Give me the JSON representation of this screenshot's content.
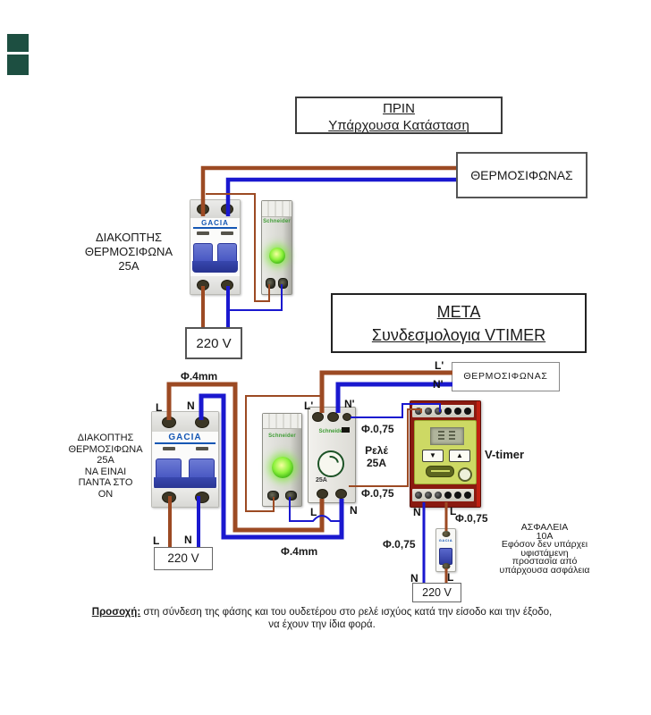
{
  "diagram": {
    "prin": {
      "title": "ΠΡΙΝ",
      "subtitle": "Υπάρχουσα Κατάσταση"
    },
    "meta": {
      "title": "ΜΕΤΑ",
      "subtitle": "Συνδεσμολογια VTIMER"
    },
    "water_heater": "ΘΕΡΜΟΣΙΦΩΝΑΣ",
    "switch_label_before": [
      "ΔΙΑΚΟΠΤΗΣ",
      "ΘΕΡΜΟΣΙΦΩΝΑ",
      "25Α"
    ],
    "switch_label_after": [
      "ΔΙΑΚΟΠΤΗΣ",
      "ΘΕΡΜΟΣΙΦΩΝΑ",
      "25Α",
      "ΝΑ ΕΙΝΑΙ",
      "ΠΑΝΤΑ ΣΤΟ",
      "ΟΝ"
    ],
    "supply": "220 V",
    "wire_gauge_4mm": "Φ.4mm",
    "wire_gauge_075": "Φ.0,75",
    "relay_label": [
      "Ρελέ",
      "25Α"
    ],
    "vtimer_label": "V-timer",
    "fuse_note": [
      "ΑΣΦΑΛΕΙΑ",
      "10Α",
      "Εφόσον δεν υπάρχει",
      "υφιστάμενη",
      "προστασία από",
      "υπάρχουσα ασφάλεια"
    ],
    "terminals": {
      "l": "L",
      "n": "N",
      "l_out": "L'",
      "n_out": "N'"
    },
    "caption": {
      "lead": "Προσοχή:",
      "line1": " στη σύνδεση της φάσης και του ουδετέρου στο ρελέ ισχύος κατά την είσοδο και την έξοδο,",
      "line2": "να έχουν την ίδια φορά."
    }
  },
  "devices": {
    "breaker_brand": "GACIA",
    "relay_brand": "Schneider",
    "contactor_brand": "Schneider",
    "contactor_rating": "25A"
  },
  "colors": {
    "phase_wire": "#9c4a23",
    "neutral_wire": "#1a18cf",
    "corner_mark": "#1d4f41",
    "lamp_green": "#57e41a",
    "panel_lime": "#cdd964",
    "band_red": "#7b170e"
  }
}
